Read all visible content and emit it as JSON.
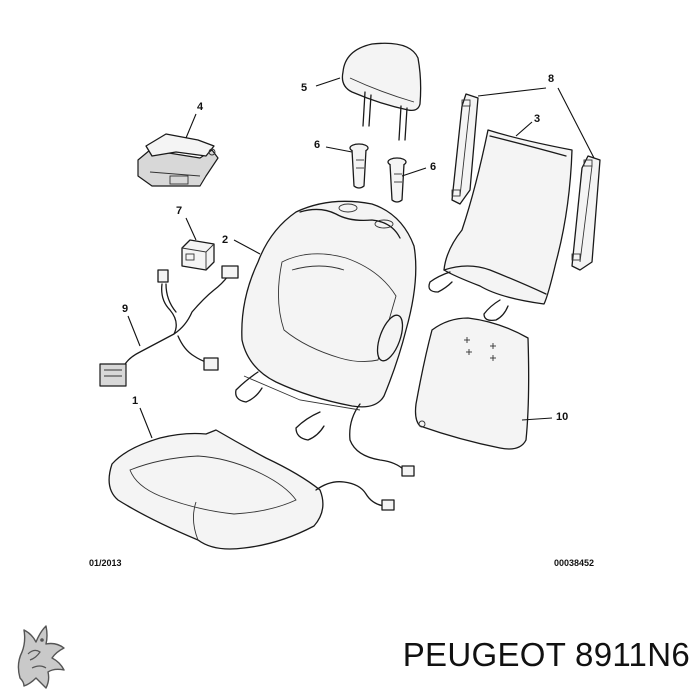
{
  "diagram": {
    "callouts": {
      "c1": "1",
      "c2": "2",
      "c3": "3",
      "c4": "4",
      "c5": "5",
      "c6a": "6",
      "c6b": "6",
      "c7": "7",
      "c8": "8",
      "c9": "9",
      "c10": "10"
    },
    "date_code": "01/2013",
    "ref_code": "00038452"
  },
  "brand": {
    "logo_name": "peugeot-lion-icon",
    "text": "PEUGEOT 8911N6"
  }
}
